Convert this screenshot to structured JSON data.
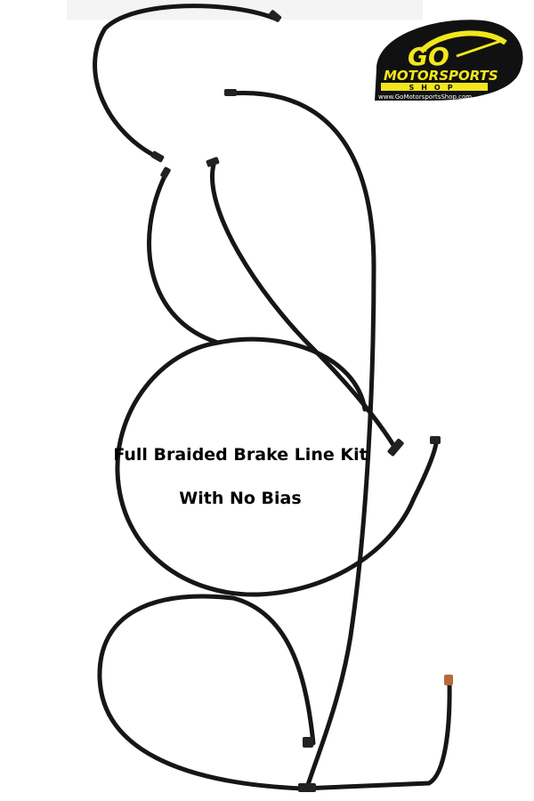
{
  "product": {
    "title_line1": "Full Braided Brake Line Kit",
    "title_line2": "With No Bias"
  },
  "logo": {
    "word1": "GO",
    "word2": "MOTORSPORTS",
    "word3": "SHOP",
    "url": "www.GoMotorsportsShop.com"
  },
  "colors": {
    "line": "#151515",
    "brand_yellow": "#f2e61c",
    "logo_black": "#111111"
  }
}
